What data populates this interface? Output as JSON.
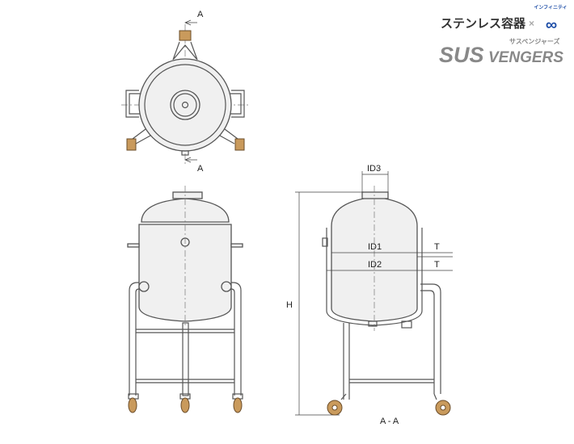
{
  "logo": {
    "line1": "ステンレス容器",
    "times": "×",
    "infinity_caption": "インフィニティ",
    "infinity": "∞",
    "sus": "SUS",
    "vengers": "VENGERS",
    "vengers_caption": "サスペンジャーズ",
    "accent_color": "#1f4fa8"
  },
  "top_view": {
    "section_mark_top": "A",
    "section_mark_bottom": "A"
  },
  "section_view": {
    "id3": "ID3",
    "id1": "ID1",
    "id2": "ID2",
    "t1": "T",
    "t2": "T",
    "h": "H",
    "caption": "A - A"
  }
}
